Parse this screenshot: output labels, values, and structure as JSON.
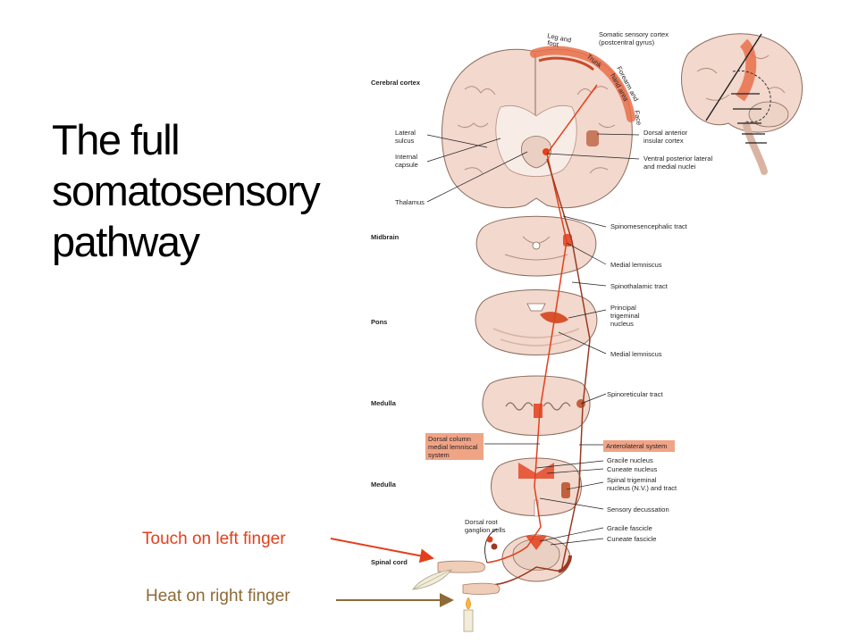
{
  "title": "The full somatosensory pathway",
  "captions": {
    "touch": "Touch on left finger",
    "heat": "Heat on right finger"
  },
  "diagram": {
    "levels": {
      "cerebral_cortex": "Cerebral cortex",
      "midbrain": "Midbrain",
      "pons": "Pons",
      "medulla_upper": "Medulla",
      "medulla_lower": "Medulla",
      "spinal_cord": "Spinal cord"
    },
    "cortex_regions": {
      "leg_l1": "Leg and",
      "leg_l2": "foot",
      "trunk": "Trunk",
      "forearm_l1": "Forearm and",
      "forearm_l2": "hand area",
      "face": "Face",
      "somatic_l1": "Somatic sensory cortex",
      "somatic_l2": "(postcentral gyrus)"
    },
    "left_labels": {
      "lateral_l1": "Lateral",
      "lateral_l2": "sulcus",
      "internal_l1": "Internal",
      "internal_l2": "capsule",
      "thalamus": "Thalamus"
    },
    "right_labels": {
      "insular_l1": "Dorsal anterior",
      "insular_l2": "insular cortex",
      "vpl_l1": "Ventral posterior lateral",
      "vpl_l2": "and medial nuclei",
      "spinomesencephalic": "Spinomesencephalic tract",
      "medial_lemniscus_1": "Medial lemniscus",
      "spinothalamic": "Spinothalamic tract",
      "principal_l1": "Principal",
      "principal_l2": "trigeminal",
      "principal_l3": "nucleus",
      "medial_lemniscus_2": "Medial lemniscus",
      "spinoreticular": "Spinoreticular tract",
      "anterolateral": "Anterolateral system",
      "gracile_nucleus": "Gracile nucleus",
      "cuneate_nucleus": "Cuneate nucleus",
      "trigeminal_l1": "Spinal trigeminal",
      "trigeminal_l2": "nucleus (N.V.) and tract",
      "sensory_decussation": "Sensory decussation",
      "gracile_fascicle": "Gracile fascicle",
      "cuneate_fascicle": "Cuneate fascicle"
    },
    "dorsal_column_box": {
      "l1": "Dorsal column",
      "l2": "medial lemniscal",
      "l3": "system"
    },
    "dorsal_root": {
      "l1": "Dorsal root",
      "l2": "ganglion cells"
    }
  },
  "colors": {
    "touch": "#e2401c",
    "heat": "#8e6a35",
    "tissue": "#f2d8cd",
    "tissue_dark": "#e7bfae",
    "pathway": "#e2401c",
    "pathway_dark": "#9a3a22",
    "label_box": "#f0a486"
  }
}
